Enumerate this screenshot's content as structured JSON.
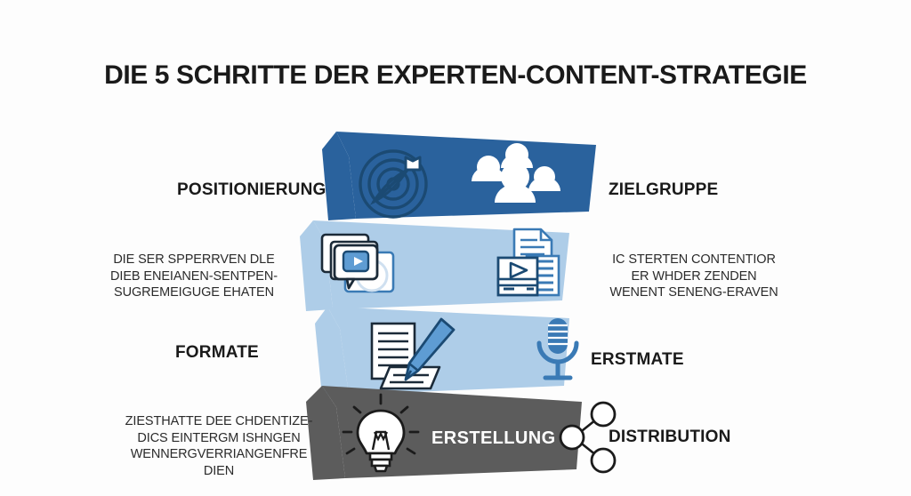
{
  "page": {
    "title": "DIE 5 SCHRITTE DER EXPERTEN-CONTENT-STRATEGIE",
    "background_color": "#fdfdfd"
  },
  "colors": {
    "dark_blue": "#2a629d",
    "light_blue": "#aecde8",
    "dark_gray": "#5c5c5c",
    "icon_navy": "#1b4a73",
    "icon_blue": "#3a7ab5",
    "text_dark": "#1a1a1a",
    "text_white": "#ffffff"
  },
  "bands": [
    {
      "name": "positionierung-zielgruppe",
      "color": "#2a629d",
      "left_label": "POSITIONIERUNG",
      "right_label": "ZIELGRUPPE",
      "icons": [
        "target-icon",
        "audience-group-icon"
      ]
    },
    {
      "name": "formate-content",
      "color": "#aecde8",
      "left_label": "",
      "right_label": "",
      "icons": [
        "media-cards-icon",
        "document-video-icon"
      ]
    },
    {
      "name": "formate-erstmate",
      "color": "#aecde8",
      "left_label": "FORMATE",
      "right_label": "ERSTMATE",
      "icons": [
        "writing-pen-icon",
        "microphone-icon"
      ]
    },
    {
      "name": "erstellung-distribution",
      "color": "#5c5c5c",
      "band_label": "ERSTELLUNG",
      "right_label": "DISTRIBUTION",
      "icons": [
        "lightbulb-icon",
        "share-nodes-icon"
      ]
    }
  ],
  "labels": {
    "positionierung": "POSITIONIERUNG",
    "zielgruppe": "ZIELGRUPPE",
    "formate": "FORMATE",
    "erstmate": "ERSTMATE",
    "erstellung": "ERSTELLUNG",
    "distribution": "DISTRIBUTION"
  },
  "body_text": {
    "left_top": "DIE SER SPPERRVEN DLE\nDIEB ENEIANEN-SENTPEN-\nSUGREMEIGUGE EHATEN",
    "right_top": "IC STERTEN CONTENTIOR\nER WHDER ZENDEN\nWENENT SENENG-ERAVEN",
    "left_bottom": "ZIESTHATTE DEE CHDENTIZE-\nDICS EINTERGM ISHNGEN\nWENNERGVERRIANGENFRE\nDIEN"
  }
}
